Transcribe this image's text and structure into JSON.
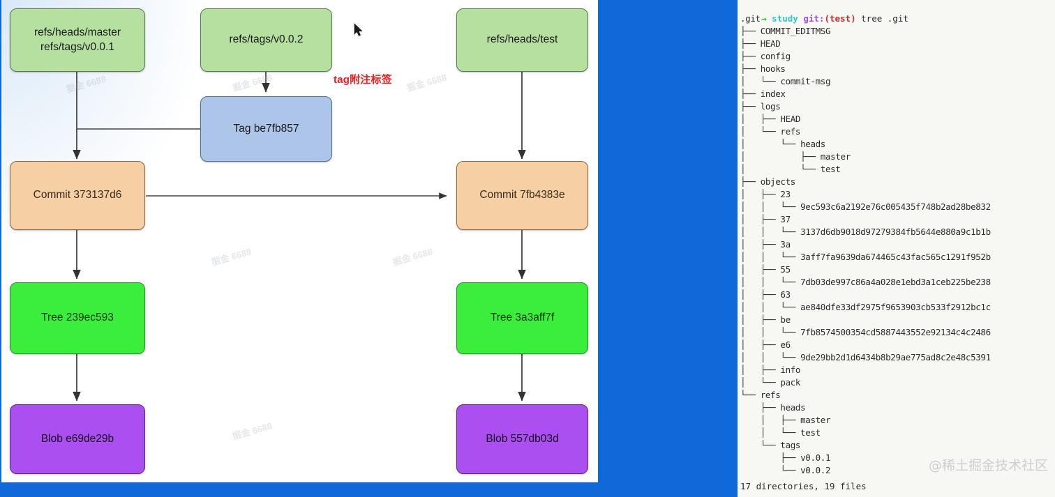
{
  "colors": {
    "backdrop_blue": "#1168d9",
    "canvas": "#ffffff",
    "ref_green": "#b5e0a0",
    "tag_blue": "#adc5e8",
    "commit_orange": "#f6cfa4",
    "tree_green": "#3bee3b",
    "blob_purple": "#ab4ff0",
    "annotation_red": "#ef1b1b",
    "terminal_bg": "#f7f7f4"
  },
  "diagram": {
    "nodes": [
      {
        "id": "ref-master",
        "label": "refs/heads/master\nrefs/tags/v0.0.1",
        "kind": "ref"
      },
      {
        "id": "ref-tag-002",
        "label": "refs/tags/v0.0.2",
        "kind": "ref"
      },
      {
        "id": "ref-test",
        "label": "refs/heads/test",
        "kind": "ref"
      },
      {
        "id": "tag-obj",
        "label": "Tag be7fb857",
        "kind": "tag"
      },
      {
        "id": "commit-left",
        "label": "Commit 373137d6",
        "kind": "commit"
      },
      {
        "id": "commit-right",
        "label": "Commit 7fb4383e",
        "kind": "commit"
      },
      {
        "id": "tree-left",
        "label": "Tree 239ec593",
        "kind": "tree"
      },
      {
        "id": "tree-right",
        "label": "Tree 3a3aff7f",
        "kind": "tree"
      },
      {
        "id": "blob-left",
        "label": "Blob e69de29b",
        "kind": "blob"
      },
      {
        "id": "blob-right",
        "label": "Blob 557db03d",
        "kind": "blob"
      }
    ],
    "annotation": "tag附注标签",
    "watermarks": [
      "掘金 6688",
      "掘金 6688",
      "掘金 6688",
      "掘金 6688",
      "掘金 6688",
      "掘金 6688"
    ]
  },
  "terminal": {
    "prompt": {
      "arrow": "→",
      "dir": "study",
      "git_label": "git:",
      "paren_open": "(",
      "branch": "test",
      "paren_close": ")",
      "command": " tree .git"
    },
    "tree_lines": [
      ".git",
      "├── COMMIT_EDITMSG",
      "├── HEAD",
      "├── config",
      "├── hooks",
      "│   └── commit-msg",
      "├── index",
      "├── logs",
      "│   ├── HEAD",
      "│   └── refs",
      "│       └── heads",
      "│           ├── master",
      "│           └── test",
      "├── objects",
      "│   ├── 23",
      "│   │   └── 9ec593c6a2192e76c005435f748b2ad28be832",
      "│   ├── 37",
      "│   │   └── 3137d6db9018d97279384fb5644e880a9c1b1b",
      "│   ├── 3a",
      "│   │   └── 3aff7fa9639da674465c43fac565c1291f952b",
      "│   ├── 55",
      "│   │   └── 7db03de997c86a4a028e1ebd3a1ceb225be238",
      "│   ├── 63",
      "│   │   └── ae840dfe33df2975f9653903cb533f2912bc1c",
      "│   ├── be",
      "│   │   └── 7fb8574500354cd5887443552e92134c4c2486",
      "│   ├── e6",
      "│   │   └── 9de29bb2d1d6434b8b29ae775ad8c2e48c5391",
      "│   ├── info",
      "│   └── pack",
      "└── refs",
      "    ├── heads",
      "    │   ├── master",
      "    │   └── test",
      "    └── tags",
      "        ├── v0.0.1",
      "        └── v0.0.2"
    ],
    "summary": "17 directories, 19 files",
    "watermark": "@稀土掘金技术社区"
  }
}
